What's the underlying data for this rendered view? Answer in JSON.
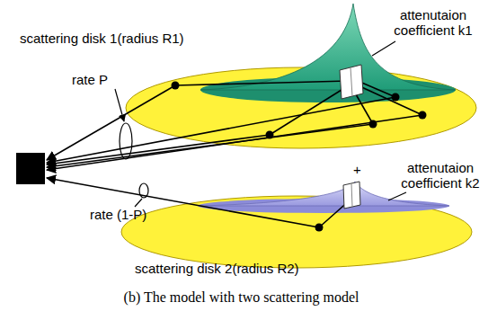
{
  "diagram": {
    "caption": "(b) The model with two scattering model",
    "labels": [
      "attenutaion coefficient k1",
      "scattering disk 1(radius R1)",
      "rate P",
      "+",
      "attenutaion coefficient k2",
      "rate (1-P)",
      "scattering disk 2(radius R2)"
    ]
  }
}
